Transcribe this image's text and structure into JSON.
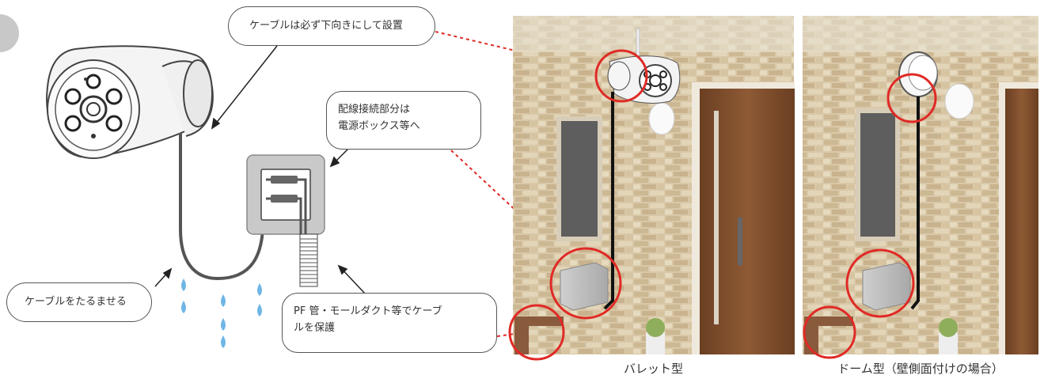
{
  "callouts": {
    "cable_down": "ケーブルは必ず下向きにして設置",
    "wiring_line1": "配線接続部分は",
    "wiring_line2": "電源ボックス等へ",
    "sag": "ケーブルをたるませる",
    "pf_line1": "PF 管・モールダクト等でケーブ",
    "pf_line2": "ルを保護"
  },
  "captions": {
    "bullet": "バレット型",
    "dome": "ドーム型（壁側面付けの場合）"
  },
  "colors": {
    "highlight_circle": "#e02a26",
    "dashed_leader": "#e02a26",
    "wall": "#d9c7a6",
    "door": "#7a4a2a",
    "water_drop": "#6fb6e6",
    "pipe": "#8a5a3c"
  }
}
